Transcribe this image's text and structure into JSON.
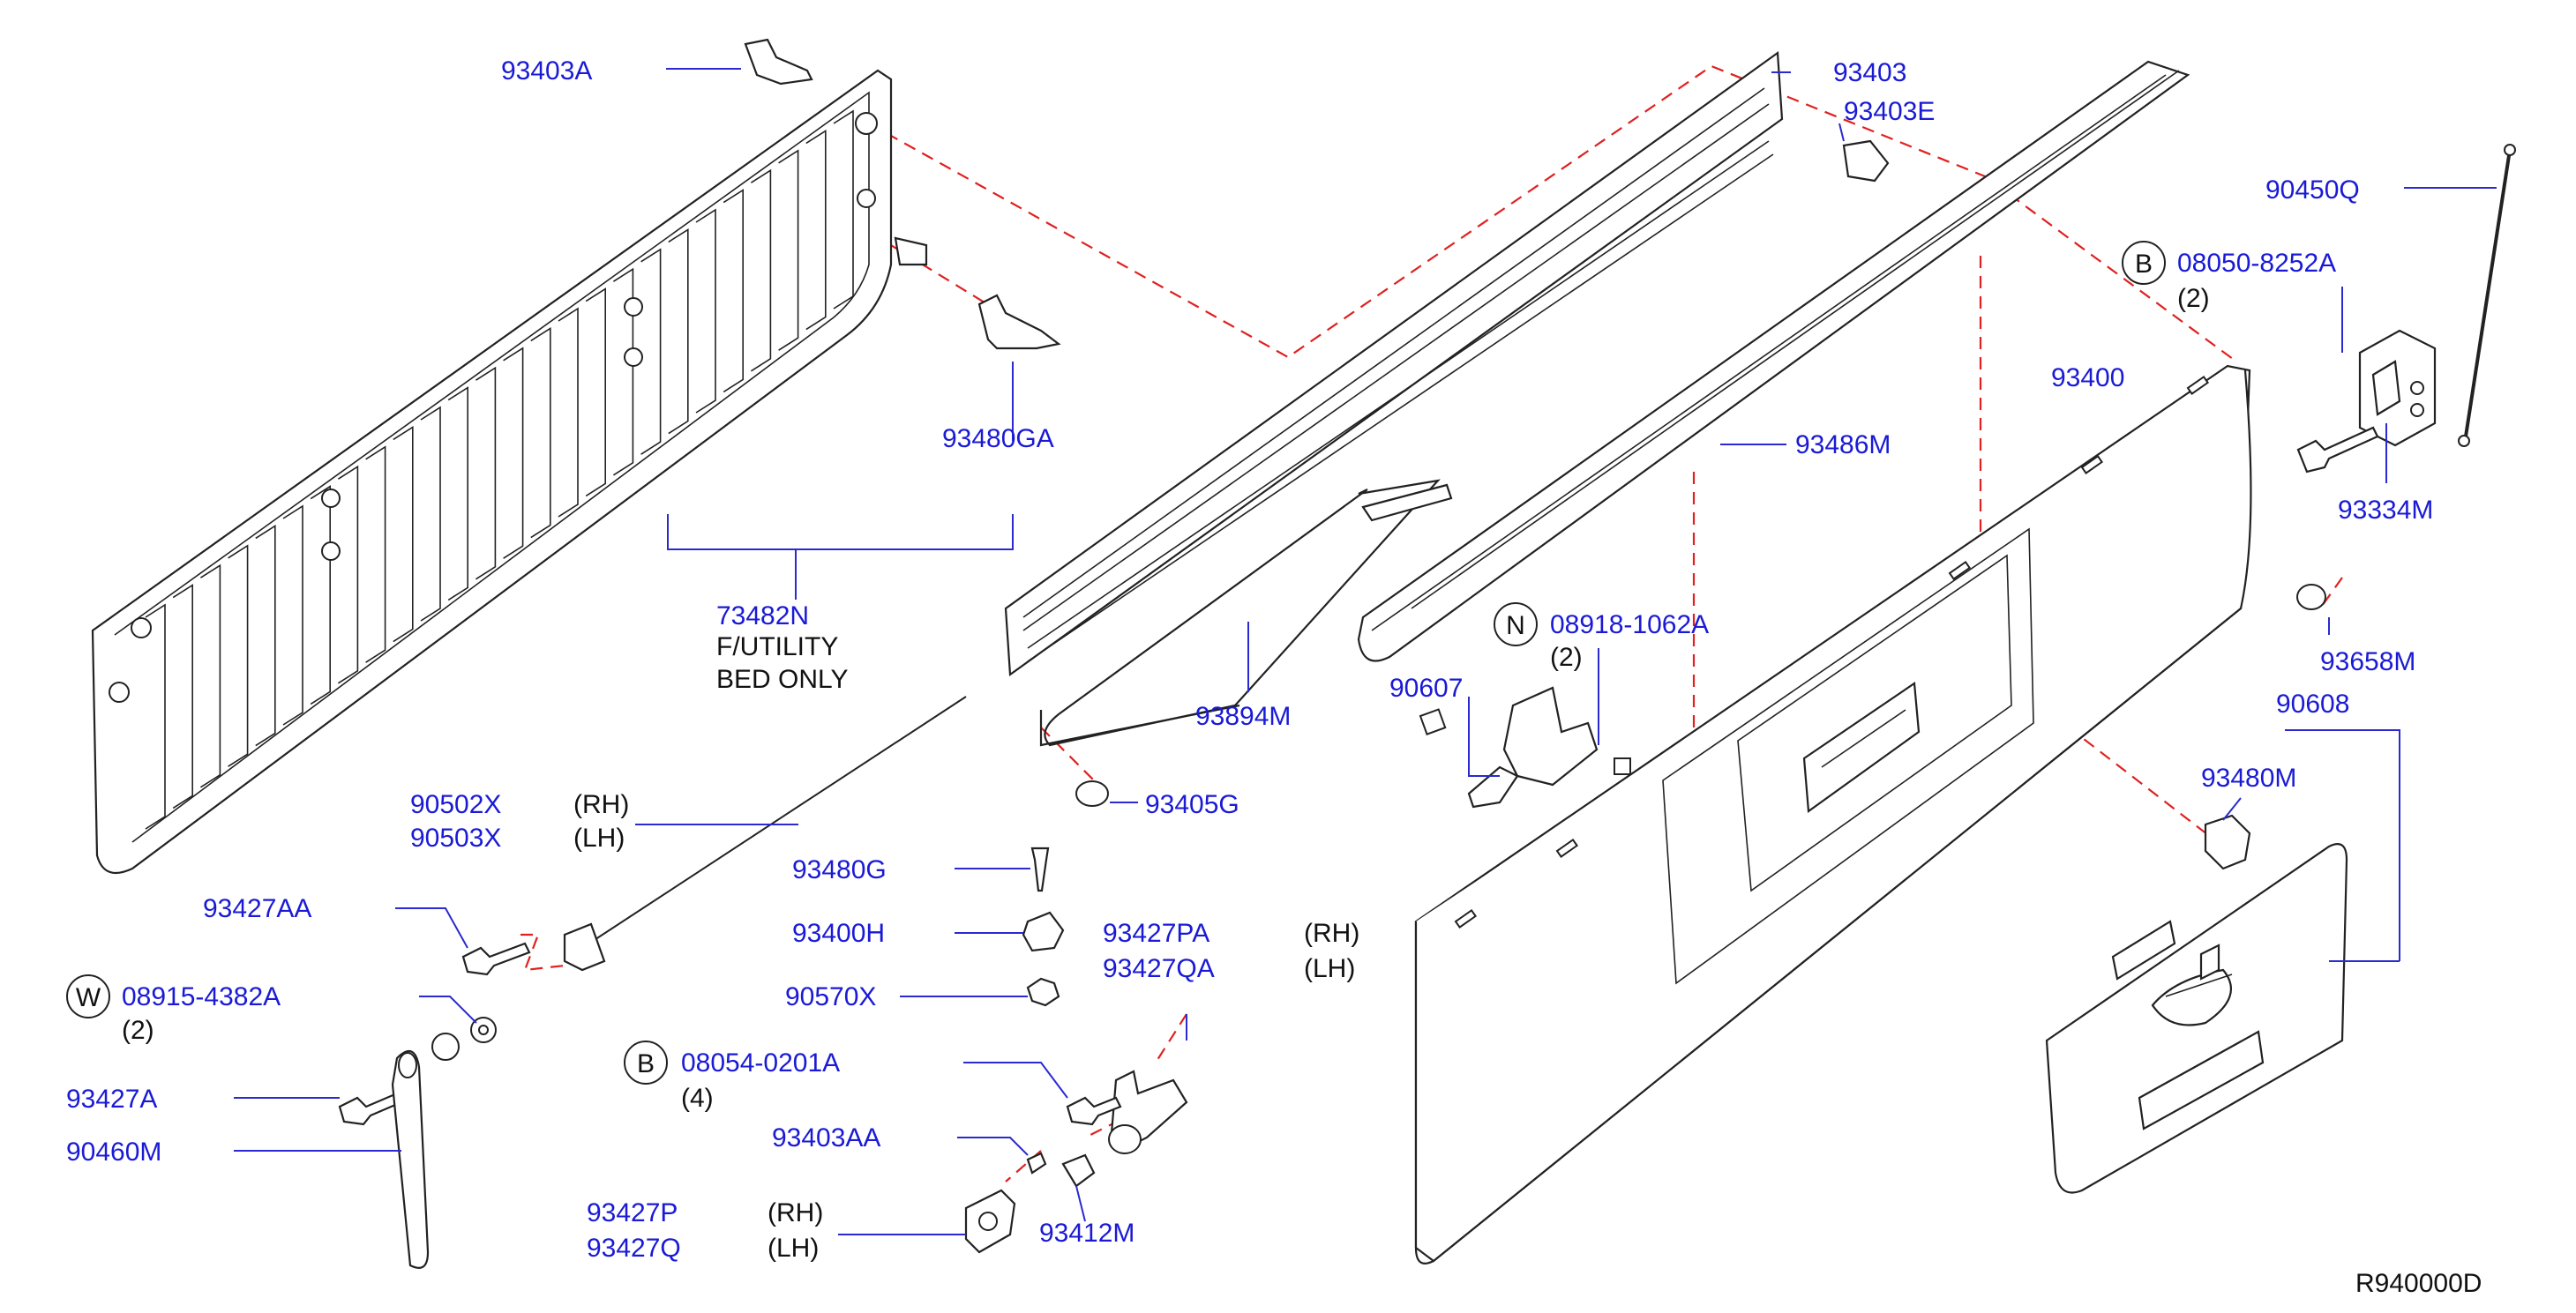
{
  "colors": {
    "part_number": "#1a1ad6",
    "qualifier": "#111111",
    "leader_line": "#2a2ad0",
    "dashed_guide": "#e02020",
    "background": "#ffffff"
  },
  "labels": {
    "p93403A": "93403A",
    "p93480GA": "93480GA",
    "p73482N": "73482N",
    "p73482N_note1": "F/UTILITY",
    "p73482N_note2": "BED ONLY",
    "p93403": "93403",
    "p93403E": "93403E",
    "p90450Q": "90450Q",
    "p08050": "08050-8252A",
    "p08050_circle": "B",
    "p08050_qty": "(2)",
    "p93400": "93400",
    "p93486M": "93486M",
    "p93334M": "93334M",
    "p08918": "08918-1062A",
    "p08918_circle": "N",
    "p08918_qty": "(2)",
    "p93658M": "93658M",
    "p90607": "90607",
    "p93894M": "93894M",
    "p90608": "90608",
    "p93405G": "93405G",
    "p90502X": "90502X",
    "p90502X_side": "(RH)",
    "p90503X": "90503X",
    "p90503X_side": "(LH)",
    "p93480G": "93480G",
    "p93480M": "93480M",
    "p93427AA": "93427AA",
    "p93400H": "93400H",
    "p08915": "08915-4382A",
    "p08915_circle": "W",
    "p08915_qty": "(2)",
    "p90570X": "90570X",
    "p93427PA": "93427PA",
    "p93427PA_side": "(RH)",
    "p93427QA": "93427QA",
    "p93427QA_side": "(LH)",
    "p93427A": "93427A",
    "p08054": "08054-0201A",
    "p08054_circle": "B",
    "p08054_qty": "(4)",
    "p90460M": "90460M",
    "p93403AA": "93403AA",
    "p93427P": "93427P",
    "p93427P_side": "(RH)",
    "p93427Q": "93427Q",
    "p93427Q_side": "(LH)",
    "p93412M": "93412M",
    "diagram_code": "R940000D"
  }
}
